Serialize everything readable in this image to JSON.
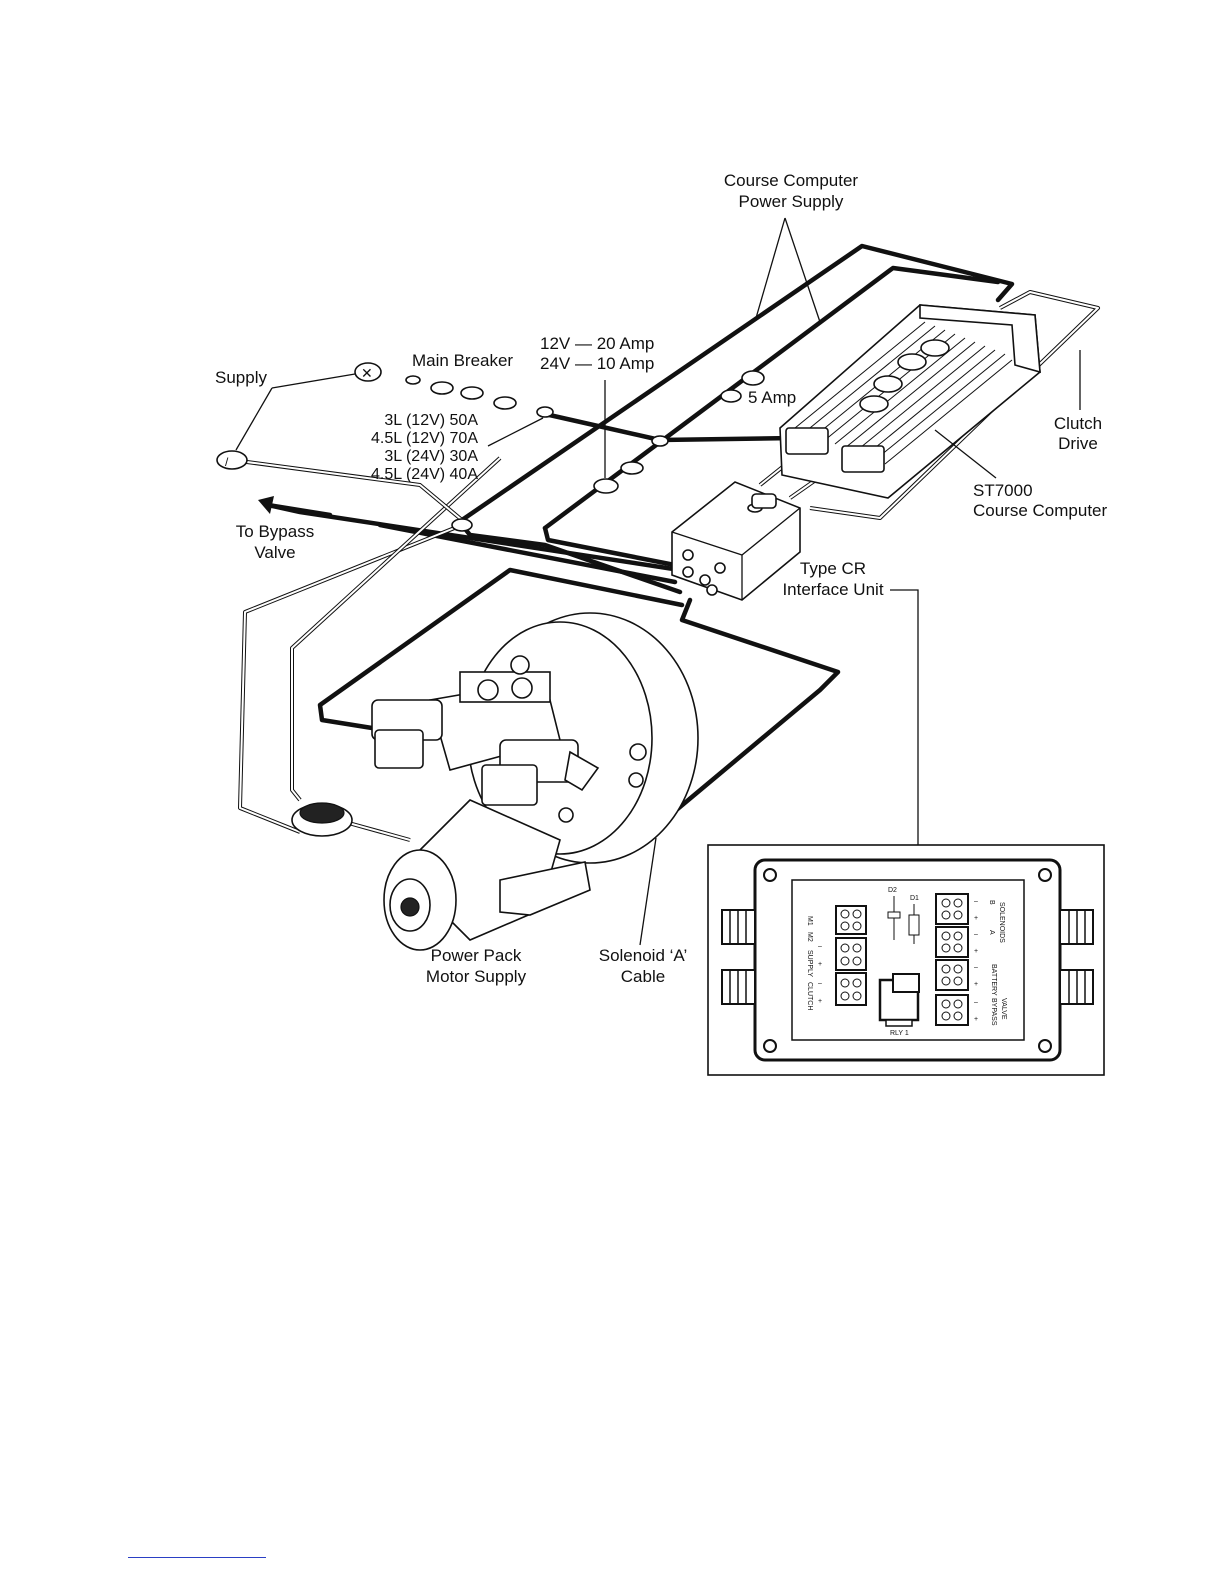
{
  "labels": {
    "course_computer_power_supply": [
      "Course Computer",
      "Power Supply"
    ],
    "supply": "Supply",
    "main_breaker": "Main Breaker",
    "breaker_ratings": [
      "3L (12V) 50A",
      "4.5L (12V) 70A",
      "3L (24V) 30A",
      "4.5L (24V) 40A"
    ],
    "fuse_rating": [
      "12V — 20 Amp",
      "24V — 10 Amp"
    ],
    "five_amp": "5 Amp",
    "clutch_drive": [
      "Clutch",
      "Drive"
    ],
    "st7000": [
      "ST7000",
      "Course Computer"
    ],
    "to_bypass_valve": [
      "To Bypass",
      "Valve"
    ],
    "interface_unit": [
      "Type CR",
      "Interface Unit"
    ],
    "power_pack_motor_supply": [
      "Power Pack",
      "Motor Supply"
    ],
    "solenoid_a_cable": [
      "Solenoid ‘A’",
      "Cable"
    ]
  },
  "board": {
    "d2": "D2",
    "d1": "D1",
    "relay": "RLY 1",
    "left_terminals": [
      "M1",
      "M2",
      "SUPPLY",
      "CLUTCH"
    ],
    "left_polarity": [
      "–",
      "+",
      "–",
      "+"
    ],
    "right_terminals": [
      "B",
      "A",
      "SOLENOIDS",
      "BATTERY",
      "BYPASS",
      "VALVE"
    ],
    "right_polarity": [
      "–",
      "+",
      "–",
      "+",
      "–",
      "+",
      "–",
      "+"
    ]
  }
}
